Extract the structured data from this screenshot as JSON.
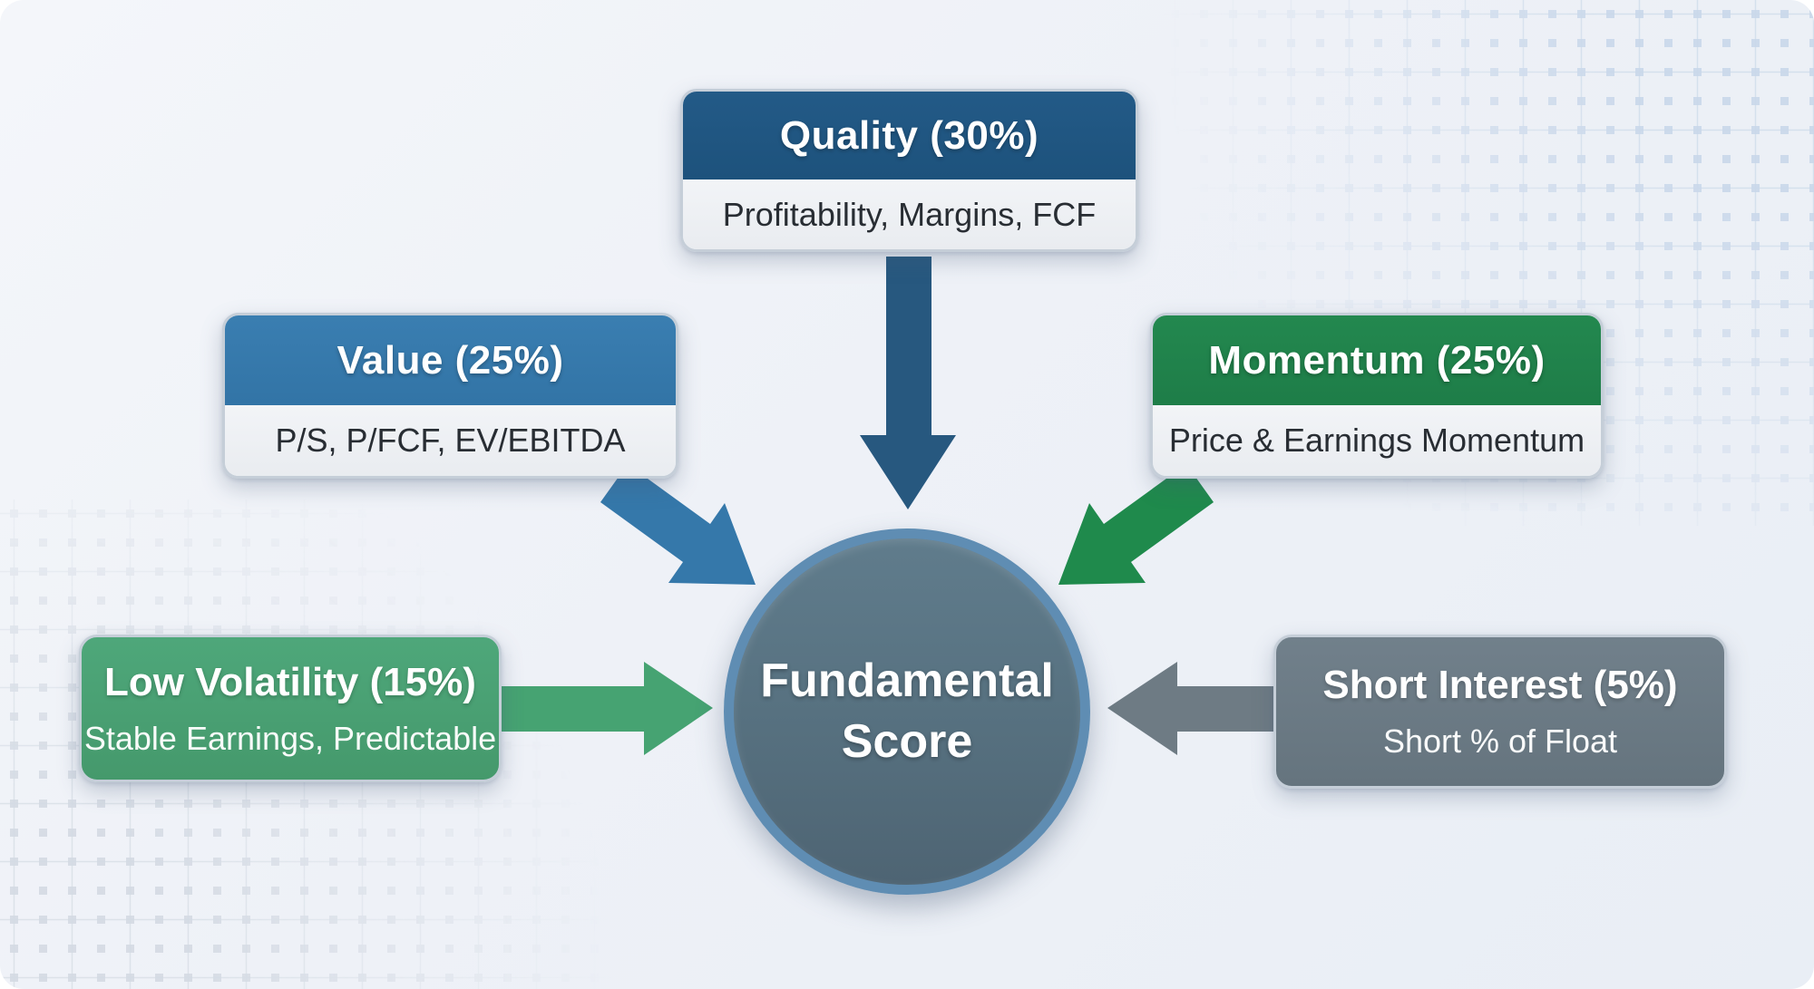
{
  "diagram": {
    "center": {
      "label": "Fundamental Score",
      "line1": "Fundamental",
      "line2": "Score"
    },
    "factors": [
      {
        "id": "quality",
        "label": "Quality (30%)",
        "detail": "Profitability, Margins, FCF"
      },
      {
        "id": "value",
        "label": "Value (25%)",
        "detail": "P/S, P/FCF, EV/EBITDA"
      },
      {
        "id": "momentum",
        "label": "Momentum (25%)",
        "detail": "Price & Earnings Momentum"
      },
      {
        "id": "low-volatility",
        "label": "Low Volatility (15%)",
        "detail": "Stable Earnings, Predictable"
      },
      {
        "id": "short-interest",
        "label": "Short Interest (5%)",
        "detail": "Short % of Float"
      }
    ],
    "colors": {
      "background": "#eef1f7",
      "quality_header": "#1e5480",
      "value_header": "#3579ac",
      "momentum_header": "#20834c",
      "low_volatility_bg": "#49a072",
      "short_interest_bg": "#6b7a84",
      "circle_fill": "#5b7383",
      "circle_border": "#5f8db3",
      "arrows": {
        "quality": "#27587f",
        "value": "#3578aa",
        "momentum": "#1f8a4c",
        "low_volatility": "#46a372",
        "short_interest": "#6e7b84"
      }
    }
  }
}
